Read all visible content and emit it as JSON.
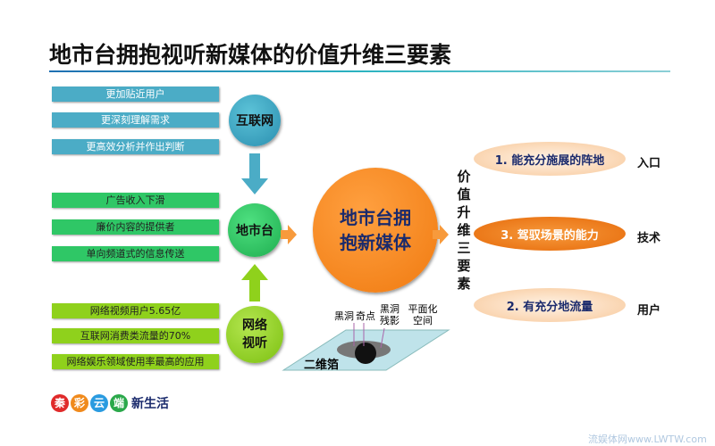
{
  "title": "地市台拥抱视听新媒体的价值升维三要素",
  "left_bars": {
    "internet": [
      "更加贴近用户",
      "更深刻理解需求",
      "更高效分析并作出判断"
    ],
    "local": [
      "广告收入下滑",
      "廉价内容的提供者",
      "单向频道式的信息传送"
    ],
    "av": [
      "网络视频用户5.65亿",
      "互联网消费类流量的70%",
      "网络娱乐领域使用率最高的应用"
    ]
  },
  "circles": {
    "internet": "互联网",
    "local": "地市台",
    "av": "网络视听"
  },
  "center": "地市台拥抱新媒体",
  "vertical_label": "价值升维三要素",
  "ovals": [
    {
      "label": "1. 能充分施展的阵地",
      "side": "入口"
    },
    {
      "label": "3. 驾驭场景的能力",
      "side": "技术"
    },
    {
      "label": "2. 有充分地流量",
      "side": "用户"
    }
  ],
  "figure": {
    "labels": [
      "黑洞",
      "奇点",
      "黑洞残影",
      "平面化空间"
    ],
    "plane": "二维箔"
  },
  "logo": {
    "chars": [
      "秦",
      "彩",
      "云",
      "端"
    ],
    "suffix": "新生活",
    "colors": [
      "#e02a2a",
      "#f08a1c",
      "#2a9be0",
      "#2aa84a"
    ]
  },
  "watermark": "流娱体网www.LWTW.com"
}
